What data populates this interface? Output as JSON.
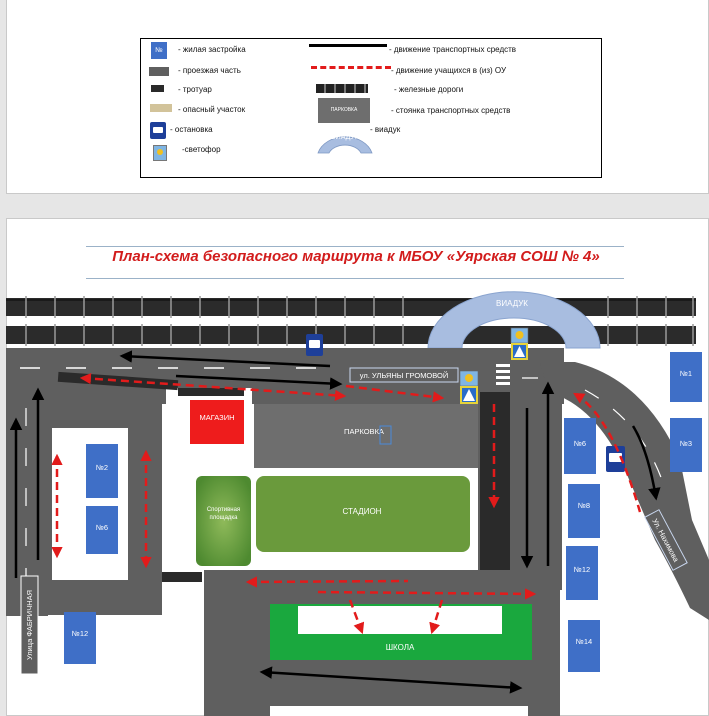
{
  "title": "План-схема безопасного маршрута к МБОУ «Уярская СОШ № 4»",
  "legend": {
    "house_icon": "№",
    "house": "- жилая застройка",
    "road": "- проезжая часть",
    "sidewalk": "- тротуар",
    "danger": "- опасный участок",
    "stop": "- остановка",
    "traffic_light": "-светофор",
    "traffic": "- движение транспортных средств",
    "students": "- движение учащихся в (из) ОУ",
    "railway": "- железные дороги",
    "parking_icon": "ПАРКОВКА",
    "parking": "- стоянка транспортных средств",
    "viaduct_icon": "ВИАДУК",
    "viaduct": "- виадук"
  },
  "map": {
    "viaduct": "ВИАДУК",
    "street_gromovoy": "ул. УЛЬЯНЫ ГРОМОВОЙ",
    "street_fabrichnaya": "Улица ФАБРИЧНАЯ",
    "street_nakhimova": "Ул. Нахимова",
    "shop": "МАГАЗИН",
    "parking": "ПАРКОВКА",
    "sport": "Спортивная площадка",
    "stadium": "СТАДИОН",
    "school": "ШКОЛА",
    "houses": {
      "h1": "№1",
      "h3": "№3",
      "h6r": "№6",
      "h8": "№8",
      "h12r": "№12",
      "h14": "№14",
      "h2": "№2",
      "h6l": "№6",
      "h12l": "№12"
    }
  },
  "colors": {
    "road": "#5f5f5f",
    "house": "#3f6fc7",
    "shop": "#ee1c1c",
    "stadium": "#6a9a3c",
    "school": "#1aa83e",
    "danger": "#d2c39a",
    "route": "#e21b1b",
    "viaduct": "#a8bde0"
  }
}
